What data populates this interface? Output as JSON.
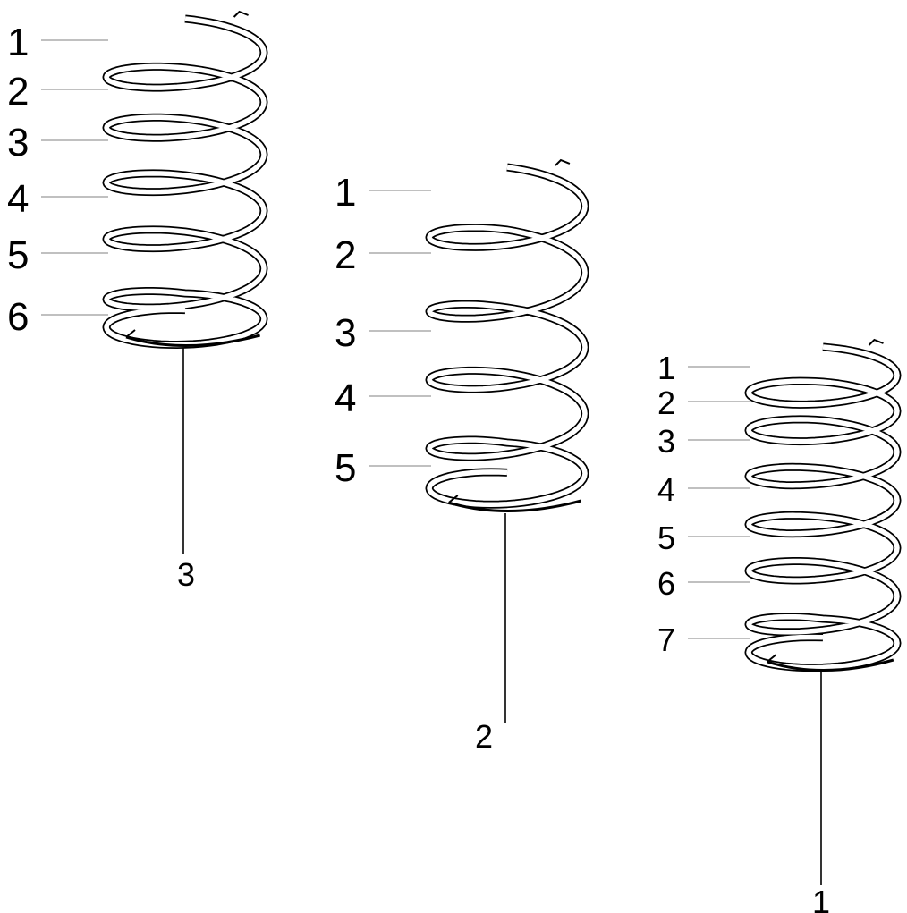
{
  "springs": [
    {
      "name": "spring-3",
      "part_number": "3",
      "coil_labels": [
        "1",
        "2",
        "3",
        "4",
        "5",
        "6"
      ]
    },
    {
      "name": "spring-2",
      "part_number": "2",
      "coil_labels": [
        "1",
        "2",
        "3",
        "4",
        "5"
      ]
    },
    {
      "name": "spring-1",
      "part_number": "1",
      "coil_labels": [
        "1",
        "2",
        "3",
        "4",
        "5",
        "6",
        "7"
      ]
    }
  ]
}
